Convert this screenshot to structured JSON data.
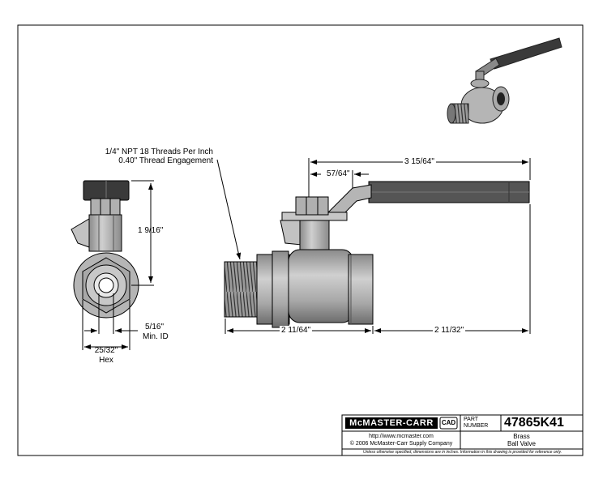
{
  "callout": {
    "line1": "1/4\" NPT 18 Threads Per Inch",
    "line2": "0.40\" Thread Engagement"
  },
  "dimensions": {
    "height": "1 9/16\"",
    "id_value": "5/16\"",
    "id_label": "Min. ID",
    "hex_value": "25/32\"",
    "hex_label": "Hex",
    "overall_length": "3 15/64\"",
    "stem_offset": "57/64\"",
    "body_length": "2 11/64\"",
    "handle_length": "2 11/32\""
  },
  "title_block": {
    "logo": "McMASTER-CARR",
    "cad_badge": "CAD",
    "url": "http://www.mcmaster.com",
    "copyright": "© 2006 McMaster-Carr Supply Company",
    "part_label_1": "PART",
    "part_label_2": "NUMBER",
    "part_number": "47865K41",
    "desc_1": "Brass",
    "desc_2": "Ball Valve",
    "footer": "Unless otherwise specified, dimensions are in inches.   Information in this drawing is provided for reference only."
  },
  "colors": {
    "body_fill": "#b5b5b5",
    "handle_fill": "#555555",
    "line": "#000000"
  }
}
